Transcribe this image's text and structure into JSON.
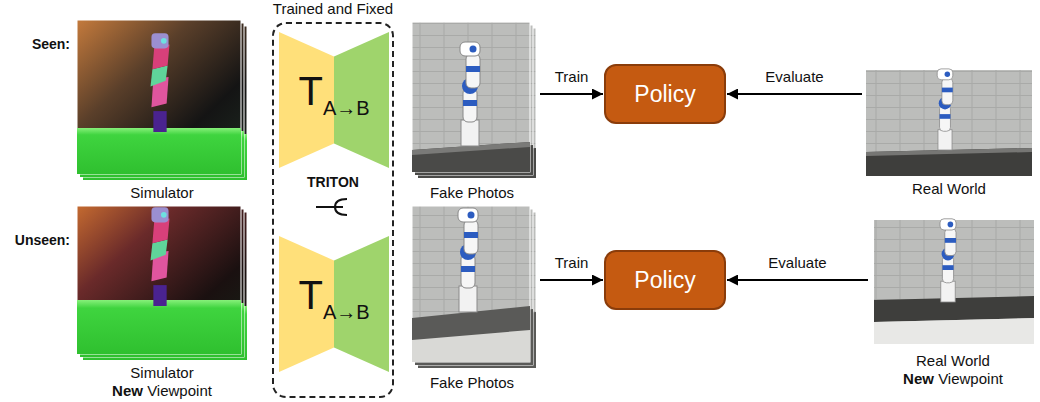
{
  "diagram": {
    "nodes": [
      {
        "text": [
          "Simulator"
        ]
      },
      {
        "text": [
          "Trained and Fixed",
          "TRITON"
        ]
      },
      {
        "text": [
          "T",
          "A→B"
        ],
        "in": 1
      },
      {
        "text": [
          "T",
          "A→B"
        ],
        "in": 1
      },
      {
        "text": [
          "Fake Photos"
        ]
      },
      {
        "text": [
          "Policy"
        ]
      },
      {
        "text": [
          "Real World"
        ]
      },
      {
        "text": [
          "Simulator",
          "New",
          "Viewpoint"
        ]
      },
      {
        "text": [
          "Fake Photos"
        ]
      },
      {
        "text": [
          "Policy"
        ]
      },
      {
        "text": [
          "Real World",
          "New",
          "Viewpoint"
        ]
      }
    ],
    "edges": [
      {
        "from": 4,
        "to": 5,
        "arrow": "to",
        "label": "Train"
      },
      {
        "from": 6,
        "to": 5,
        "arrow": "to",
        "label": "Evaluate"
      },
      {
        "from": 8,
        "to": 9,
        "arrow": "to",
        "label": "Train"
      },
      {
        "from": 10,
        "to": 9,
        "arrow": "to",
        "label": "Evaluate"
      }
    ],
    "labels": [
      "Seen:",
      "Unseen:"
    ]
  }
}
